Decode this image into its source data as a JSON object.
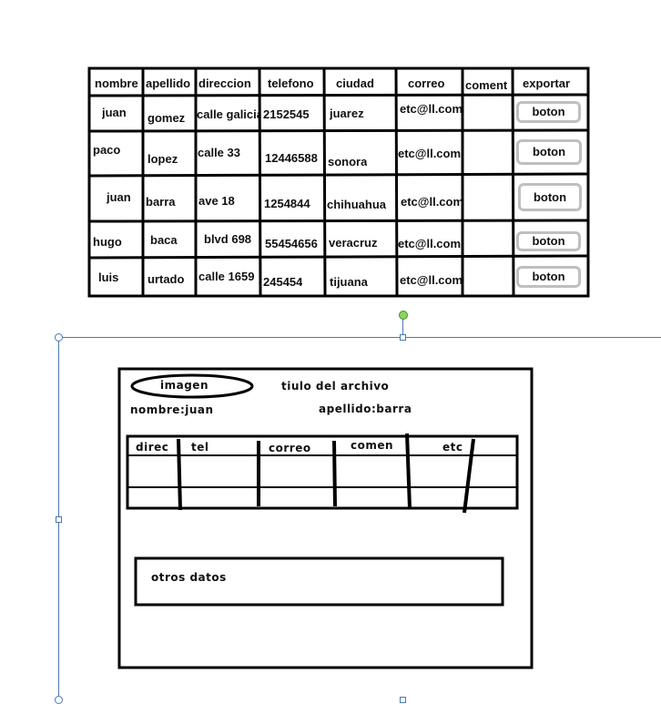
{
  "table": {
    "headers": [
      "nombre",
      "apellido",
      "direccion",
      "telefono",
      "ciudad",
      "correo",
      "coment",
      "exportar"
    ],
    "rows": [
      {
        "nombre": "juan",
        "apellido": "gomez",
        "direccion": "calle galicia",
        "telefono": "2152545",
        "ciudad": "juarez",
        "correo": "etc@ll.com",
        "coment": "",
        "button": "boton"
      },
      {
        "nombre": "paco",
        "apellido": "lopez",
        "direccion": "calle 33",
        "telefono": "12446588",
        "ciudad": "sonora",
        "correo": "etc@ll.com",
        "coment": "",
        "button": "boton"
      },
      {
        "nombre": "juan",
        "apellido": "barra",
        "direccion": "ave 18",
        "telefono": "1254844",
        "ciudad": "chihuahua",
        "correo": "etc@ll.com",
        "coment": "",
        "button": "boton"
      },
      {
        "nombre": "hugo",
        "apellido": "baca",
        "direccion": "blvd 698",
        "telefono": "55454656",
        "ciudad": "veracruz",
        "correo": "etc@ll.com",
        "coment": "",
        "button": "boton"
      },
      {
        "nombre": "luis",
        "apellido": "urtado",
        "direccion": "calle 1659",
        "telefono": "245454",
        "ciudad": "tijuana",
        "correo": "etc@ll.com",
        "coment": "",
        "button": "boton"
      }
    ]
  },
  "mockup": {
    "image_label": "imagen",
    "title": "tiulo del archivo",
    "nombre": "nombre:juan",
    "apellido": "apellido:barra",
    "inner_headers": [
      "direc",
      "tel",
      "correo",
      "comen",
      "etc"
    ],
    "otros": "otros datos"
  },
  "colors": {
    "selection": "#4a78b5",
    "rotation_handle": "#8ed35a",
    "button_border": "#bfbfbf"
  }
}
